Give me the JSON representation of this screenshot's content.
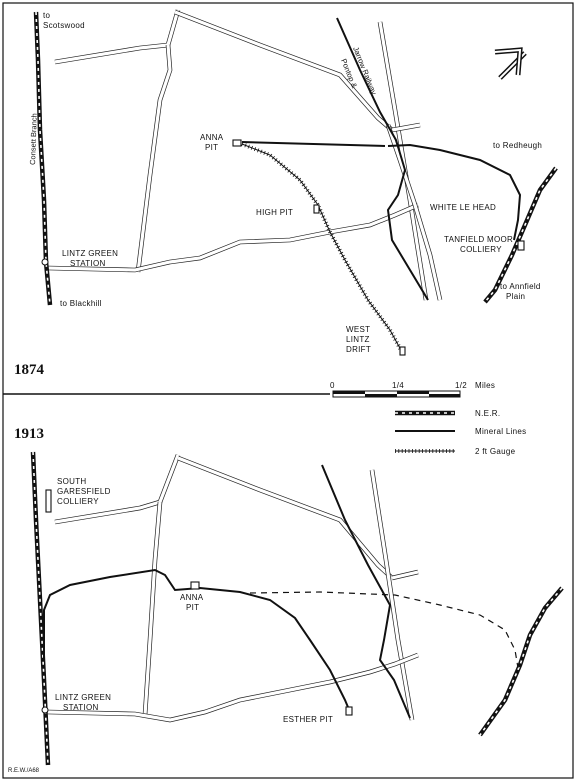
{
  "map_1874": {
    "year": "1874",
    "labels": {
      "to_scotswood_1": "to",
      "to_scotswood_2": "Scotswood",
      "consett_branch": "Consett Branch",
      "pontop_1": "Pontop &",
      "pontop_2": "Jarrow Railway",
      "anna_pit_1": "ANNA",
      "anna_pit_2": "PIT",
      "high_pit": "HIGH PIT",
      "to_redheugh": "to Redheugh",
      "white_le_head": "WHITE LE HEAD",
      "tanfield_1": "TANFIELD MOOR",
      "tanfield_2": "COLLIERY",
      "lintz_green_1": "LINTZ GREEN",
      "lintz_green_2": "STATION",
      "to_blackhill": "to Blackhill",
      "to_annfield_1": "to Annfield",
      "to_annfield_2": "Plain",
      "west_lintz_1": "WEST",
      "west_lintz_2": "LINTZ",
      "west_lintz_3": "DRIFT"
    }
  },
  "scale": {
    "tick_0": "0",
    "tick_quarter": "1/4",
    "tick_half": "1/2",
    "unit": "Miles"
  },
  "legend": [
    {
      "label": "N.E.R."
    },
    {
      "label": "Mineral Lines"
    },
    {
      "label": "2 ft Gauge"
    }
  ],
  "map_1913": {
    "year": "1913",
    "labels": {
      "south_garesfield_1": "SOUTH",
      "south_garesfield_2": "GARESFIELD",
      "south_garesfield_3": "COLLIERY",
      "anna_pit_1": "ANNA",
      "anna_pit_2": "PIT",
      "lintz_green_1": "LINTZ GREEN",
      "lintz_green_2": "STATION",
      "esther_pit": "ESTHER PIT"
    }
  },
  "credit": "R.E.W./A68",
  "icons": {
    "north": "north-arrow-icon"
  },
  "colors": {
    "ink": "#111111",
    "paper": "#ffffff"
  }
}
